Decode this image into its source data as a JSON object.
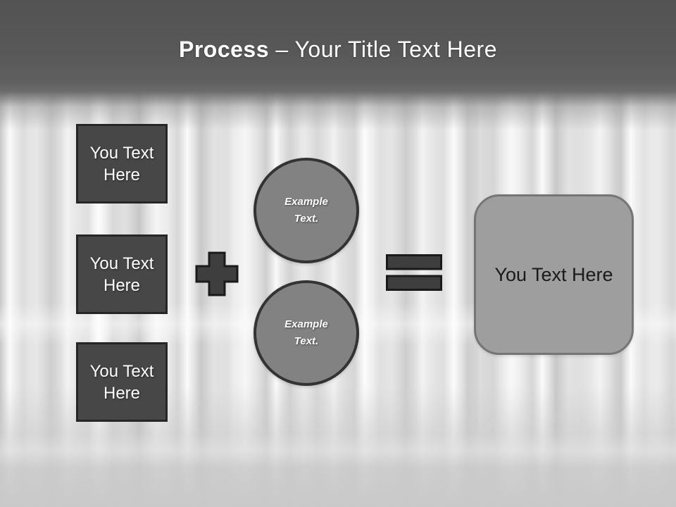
{
  "title": {
    "bold": "Process",
    "rest": "– Your Title Text Here"
  },
  "input_boxes": [
    {
      "label": "You Text Here"
    },
    {
      "label": "You Text Here"
    },
    {
      "label": "You Text Here"
    }
  ],
  "example_circles": [
    {
      "label": "Example Text."
    },
    {
      "label": "Example Text."
    }
  ],
  "operators": [
    {
      "name": "plus",
      "symbol": "+"
    },
    {
      "name": "equals",
      "symbol": "="
    }
  ],
  "result_box": {
    "label": "You Text Here"
  },
  "colors": {
    "header_dark": "#565656",
    "background": "#c7c7c7",
    "box_fill": "#474747",
    "box_border": "#262626",
    "circle_fill": "#828282",
    "circle_border": "#333333",
    "operator_fill": "#3e3e3e",
    "operator_border": "#1a1a1a",
    "result_fill": "#9e9e9e",
    "result_border": "#757575",
    "title_text": "#ffffff",
    "box_text": "#ffffff",
    "result_text": "#1a1a1a"
  }
}
